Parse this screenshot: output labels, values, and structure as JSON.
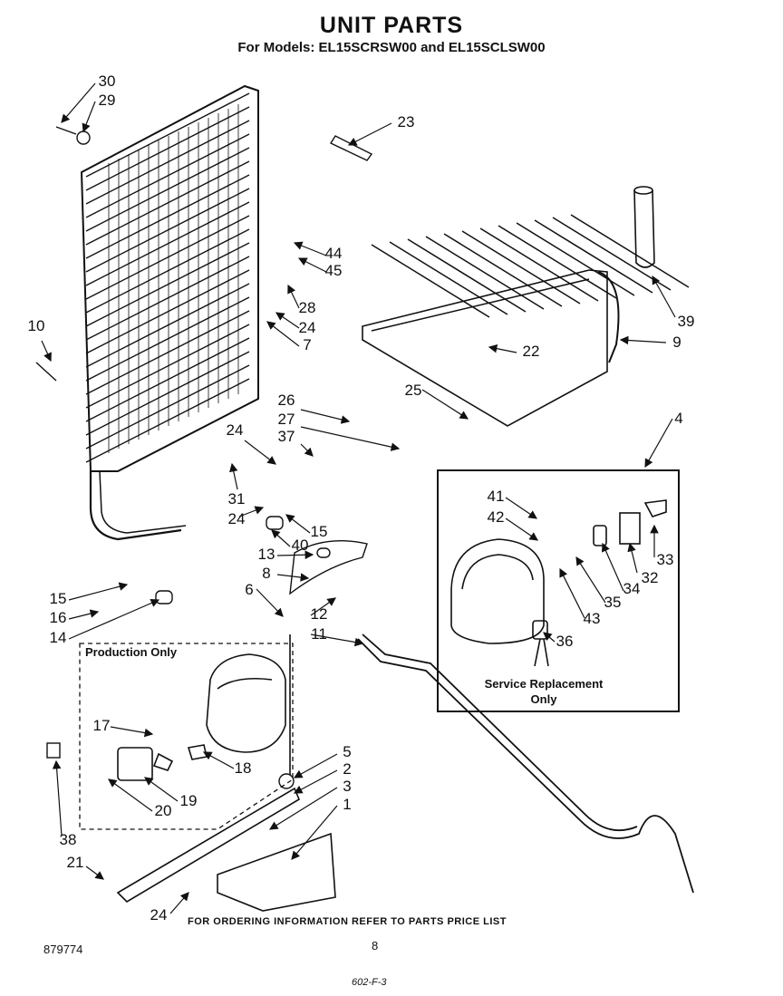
{
  "header": {
    "title": "UNIT PARTS",
    "subtitle": "For Models: EL15SCRSW00 and EL15SCLSW00"
  },
  "boxes": {
    "production": "Production Only",
    "service_line1": "Service Replacement",
    "service_line2": "Only"
  },
  "callouts": [
    "30",
    "29",
    "23",
    "44",
    "45",
    "28",
    "24",
    "7",
    "10",
    "39",
    "9",
    "22",
    "25",
    "26",
    "27",
    "37",
    "24",
    "31",
    "24",
    "15",
    "40",
    "4",
    "41",
    "42",
    "33",
    "32",
    "34",
    "35",
    "43",
    "36",
    "13",
    "8",
    "6",
    "12",
    "11",
    "15",
    "16",
    "14",
    "17",
    "18",
    "19",
    "20",
    "38",
    "5",
    "2",
    "3",
    "1",
    "21",
    "24"
  ],
  "footer": {
    "note": "FOR ORDERING INFORMATION REFER TO PARTS PRICE LIST",
    "doc_number": "879774",
    "page_number": "8",
    "handwritten": "602-F-3"
  }
}
